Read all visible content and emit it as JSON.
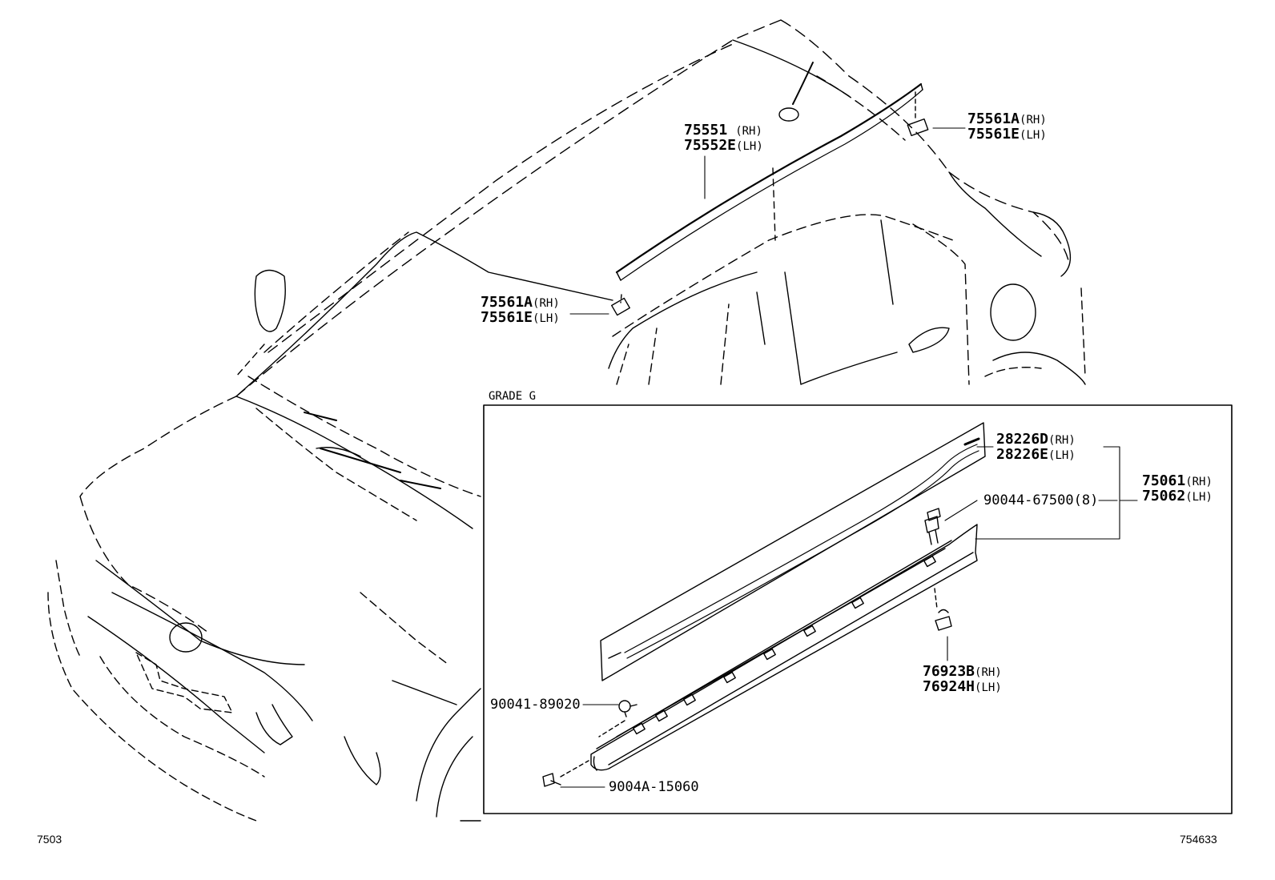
{
  "diagram": {
    "code_left": "7503",
    "code_right": "754633",
    "inset_title": "GRADE G",
    "callouts": [
      {
        "id": "c1",
        "lines": [
          {
            "part": "75551",
            "side": "(RH)"
          },
          {
            "part": "75552E",
            "side": "(LH)"
          }
        ]
      },
      {
        "id": "c2",
        "lines": [
          {
            "part": "75561A",
            "side": "(RH)"
          },
          {
            "part": "75561E",
            "side": "(LH)"
          }
        ]
      },
      {
        "id": "c3",
        "lines": [
          {
            "part": "75561A",
            "side": "(RH)"
          },
          {
            "part": "75561E",
            "side": "(LH)"
          }
        ]
      },
      {
        "id": "c4",
        "lines": [
          {
            "part": "28226D",
            "side": "(RH)"
          },
          {
            "part": "28226E",
            "side": "(LH)"
          }
        ]
      },
      {
        "id": "c5",
        "lines": [
          {
            "part": "75061",
            "side": "(RH)"
          },
          {
            "part": "75062",
            "side": "(LH)"
          }
        ]
      },
      {
        "id": "c6",
        "lines": [
          {
            "part": "90044-67500",
            "side": "(8)"
          }
        ]
      },
      {
        "id": "c7",
        "lines": [
          {
            "part": "76923B",
            "side": "(RH)"
          },
          {
            "part": "76924H",
            "side": "(LH)"
          }
        ]
      },
      {
        "id": "c8",
        "lines": [
          {
            "part": "90041-89020",
            "side": ""
          }
        ]
      },
      {
        "id": "c9",
        "lines": [
          {
            "part": "9004A-15060",
            "side": ""
          }
        ]
      }
    ]
  }
}
